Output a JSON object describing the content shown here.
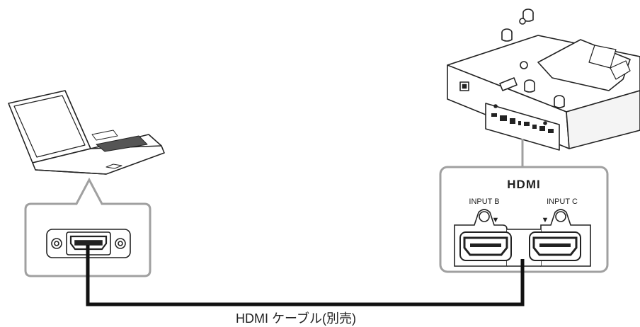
{
  "hdmi_logo": "HDMI",
  "projector_panel": {
    "ports": [
      {
        "label": "INPUT B",
        "arrow": "▼"
      },
      {
        "label": "INPUT C",
        "arrow": "▼"
      }
    ]
  },
  "cable_caption": "HDMI ケーブル(別売)",
  "colors": {
    "cable": "#111111",
    "callout_border": "#a0a0a0",
    "outline": "#222222",
    "callout_fill": "#ffffff"
  }
}
